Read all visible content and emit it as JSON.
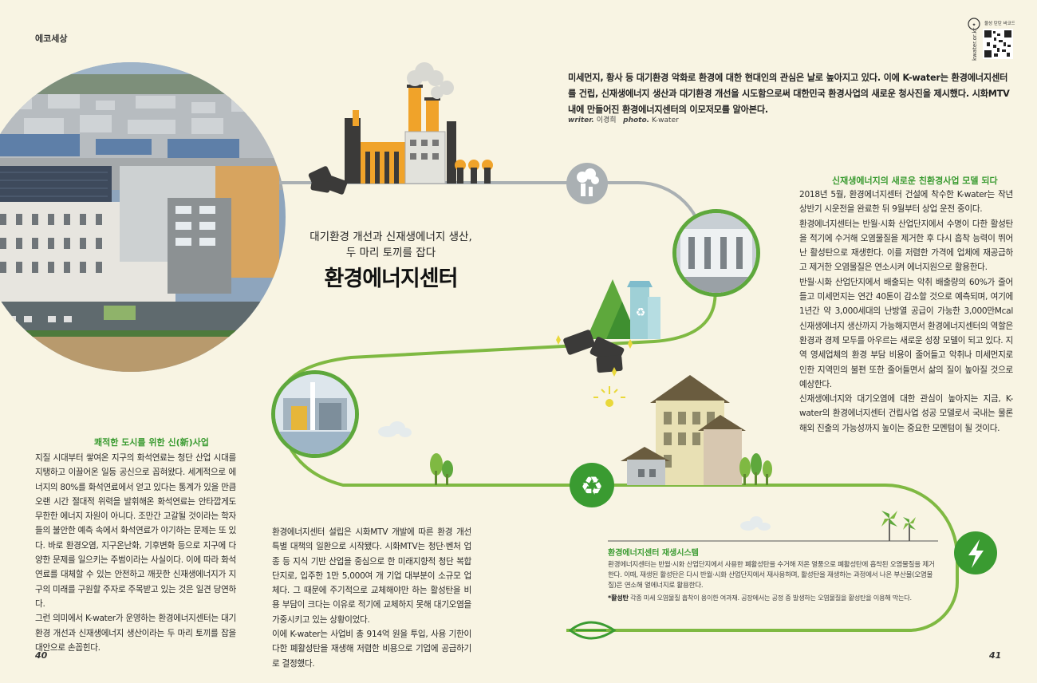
{
  "header": {
    "section_label": "에코세상",
    "qr_caption": "kwater.or.kr",
    "qr_title": "물성 탄탄 바코드"
  },
  "title_block": {
    "subtitle_line1": "대기환경 개선과 신재생에너지 생산,",
    "subtitle_line2": "두 마리 토끼를 잡다",
    "main_title": "환경에너지센터"
  },
  "intro": {
    "text": "미세먼지, 황사 등 대기환경 악화로 환경에 대한 현대인의 관심은 날로 높아지고 있다. 이에 K-water는 환경에너지센터를 건립, 신재생에너지 생산과 대기환경 개선을 시도함으로써 대한민국 환경사업의 새로운 청사진을 제시했다. 시화MTV 내에 만들어진 환경에너지센터의 이모저모를 알아본다.",
    "writer_label": "writer.",
    "writer": "이경희",
    "photo_label": "photo.",
    "photo": "K-water"
  },
  "left_column": {
    "heading": "쾌적한 도시를 위한 신(新)사업",
    "paragraphs": [
      "지질 시대부터 쌓여온 지구의 화석연료는 청단 산업 시대를 지탱하고 이끌어온 일등 공신으로 꼽혀왔다. 세계적으로 에너지의 80%를 화석연료에서 얻고 있다는 통계가 있을 만큼 오랜 시간 절대적 위력을 발휘해온 화석연료는 안타깝게도 무한한 에너지 자원이 아니다. 조만간 고갈될 것이라는 학자들의 불안한 예측 속에서 화석연료가 야기하는 문제는 또 있다. 바로 환경오염, 지구온난화, 기후변화 등으로 지구에 다양한 문제를 일으키는 주범이라는 사실이다. 이에 따라 화석연료를 대체할 수 있는 안전하고 깨끗한 신재생에너지가 지구의 미래를 구원할 주자로 주목받고 있는 것은 일견 당연하다.",
      "그런 의미에서 K-water가 운영하는 환경에너지센터는 대기환경 개선과 신재생에너지 생산이라는 두 마리 토끼를 잡을 대안으로 손꼽힌다."
    ]
  },
  "middle_column": {
    "paragraphs": [
      "환경에너지센터 설립은 시화MTV 개발에 따른 환경 개선 특별 대책의 일환으로 시작됐다. 시화MTV는 청단·벤처 업종 등 지식 기반 산업을 중심으로 한 미래지향적 청단 복합 단지로, 입주한 1만 5,000여 개 기업 대부분이 소규모 업체다. 그 때문에 주기적으로 교체해야만 하는 활성탄을 비용 부담이 크다는 이유로 적기에 교체하지 못해 대기오염을 가중시키고 있는 상황이었다.",
      "이에 K-water는 사업비 총 914억 원을 투입, 사용 기한이 다한 폐활성탄을 재생해 저렴한 비용으로 기업에 공급하기로 결정했다."
    ]
  },
  "right_column": {
    "heading": "신재생에너지의 새로운 친환경사업 모델 되다",
    "paragraphs": [
      "2018년 5월, 환경에너지센터 건설에 착수한 K-water는 작년 상반기 시운전을 완료한 뒤 9월부터 상업 운전 중이다.",
      "환경에너지센터는 반월·시화 산업단지에서 수명이 다한 활성탄을 적기에 수거해 오염물질을 제거한 후 다시 흡착 능력이 뛰어난 활성탄으로 재생한다. 이를 저렴한 가격에 업체에 재공급하고 제거한 오염물질은 연소시켜 에너지원으로 활용한다.",
      "반월·시화 산업단지에서 배출되는 악취 배출량의 60%가 줄어들고 미세먼지는 연간 40톤이 감소할 것으로 예측되며, 여기에 1년간 약 3,000세대의 난방열 공급이 가능한 3,000만Mcal 신재생에너지 생산까지 가능해지면서 환경에너지센터의 역할은 환경과 경제 모두를 아우르는 새로운 성장 모델이 되고 있다. 지역 영세업체의 환경 부담 비용이 줄어들고 악취나 미세먼지로 인한 지역민의 불편 또한 줄어들면서 삶의 질이 높아질 것으로 예상한다.",
      "신재생에너지와 대기오염에 대한 관심이 높아지는 지금, K-water의 환경에너지센터 건립사업 성공 모델로서 국내는 물론 해외 진출의 가능성까지 높이는 중요한 모멘텀이 될 것이다."
    ]
  },
  "system_box": {
    "heading": "환경에너지센터 재생시스템",
    "text": "환경에너지센터는 반월·시화 산업단지에서 사용한 폐활성탄을 수거해 저온 열풍으로 폐활성탄에 흡착된 오염물질을 제거한다. 이때, 재생된 활성탄은 다시 반월·시화 산업단지에서 재사용하며, 활성탄을 재생하는 과정에서 나온 부산물(오염물질)은 연소해 열에너지로 활용한다.",
    "note_term": "*활성탄",
    "note_text": "각종 미세 오염물질 흡착이 용이한 여과재. 공장에서는 공정 중 발생하는 오염물질을 활성탄을 이용해 막는다."
  },
  "page_numbers": {
    "left": "40",
    "right": "41"
  },
  "colors": {
    "background": "#f8f4e3",
    "accent_green": "#3a9b31",
    "path_gray": "#aab0b3",
    "path_green": "#7fb942",
    "factory_orange": "#f0a32a",
    "charcoal": "#3b3a39"
  },
  "icons": [
    "factory-icon",
    "smoke-cloud-icon",
    "mountain-icon",
    "recycle-icon",
    "house-icon",
    "tree-icon",
    "pinwheel-icon",
    "lightning-icon",
    "leaf-arrow-icon",
    "charcoal-icon",
    "sparkle-icon"
  ]
}
